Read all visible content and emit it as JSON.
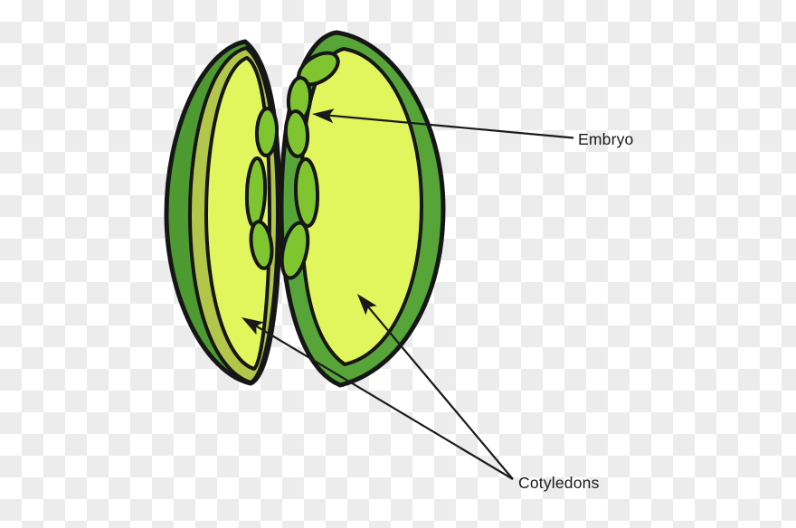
{
  "figure": {
    "description": "seed cross-section diagram on transparent checkerboard"
  },
  "labels": {
    "embryo": "Embryo",
    "cotyledons": "Cotyledons"
  },
  "colors": {
    "outline": "#161616",
    "seed_coat_left": "#4d9a31",
    "seed_coat_right": "#57a439",
    "coat_rim": "#b2c64a",
    "cut_face": "#e1f55c",
    "embryo": "#7fc52f",
    "leader_line": "#1a1a1a",
    "checker_light": "#ffffff",
    "checker_dark": "#ececec"
  }
}
